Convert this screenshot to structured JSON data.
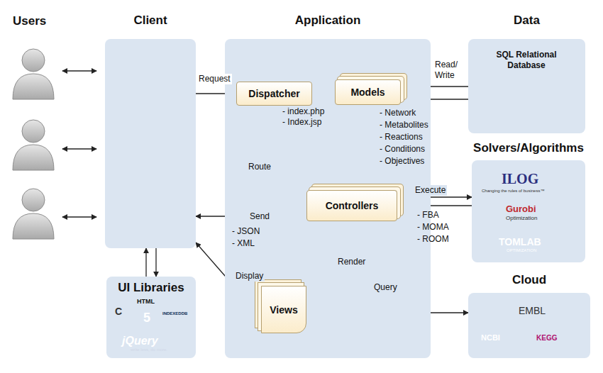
{
  "diagram": {
    "nodes": [
      {
        "text": [
          "Client"
        ]
      },
      {
        "text": [
          "UI Libraries"
        ]
      },
      {
        "text": [
          "Application"
        ]
      },
      {
        "text": [
          "Dispatcher"
        ],
        "in": 2
      },
      {
        "text": [
          "Models"
        ],
        "in": 2
      },
      {
        "text": [
          "Controllers"
        ],
        "in": 2
      },
      {
        "text": [
          "Views"
        ],
        "in": 2
      },
      {
        "text": [
          "Data"
        ]
      },
      {
        "text": [
          "SQL Relational Database"
        ],
        "in": 7
      },
      {
        "text": [
          "Solvers/Algorithms"
        ]
      },
      {
        "text": [
          "Cloud"
        ]
      }
    ],
    "edges": [
      {
        "from": 0,
        "to": 3,
        "label": "Request",
        "arrow": "to"
      },
      {
        "from": 3,
        "to": 5,
        "label": "Route",
        "arrow": "both"
      },
      {
        "from": 4,
        "to": 8,
        "label": "Read/ Write",
        "arrow": "to"
      },
      {
        "from": 8,
        "to": 4,
        "arrow": "to"
      },
      {
        "from": 5,
        "to": 4,
        "arrow": "to"
      },
      {
        "from": 4,
        "to": 5,
        "arrow": "to"
      },
      {
        "from": 5,
        "to": 0,
        "label": "Send",
        "arrow": "to"
      },
      {
        "from": 5,
        "to": 9,
        "label": "Execute",
        "arrow": "to"
      },
      {
        "from": 9,
        "to": 5,
        "arrow": "to"
      },
      {
        "from": 5,
        "to": 6,
        "label": "Render",
        "arrow": "to"
      },
      {
        "from": 6,
        "to": 0,
        "label": "Display",
        "arrow": "to"
      },
      {
        "from": 5,
        "to": 10,
        "label": "Query",
        "arrow": "both"
      },
      {
        "from": 0,
        "to": 1,
        "arrow": "to"
      },
      {
        "from": 1,
        "to": 0,
        "arrow": "to"
      }
    ],
    "labels": [
      "Users",
      "- index.php",
      "- Index.jsp",
      "- Network",
      "- Metabolites",
      "- Reactions",
      "- Conditions",
      "- Objectives",
      "- FBA",
      "- MOMA",
      "- ROOM",
      "- JSON",
      "- XML",
      "C",
      "HTML",
      "5",
      "INDEXEDDB",
      "jQuery",
      "write less, do more.",
      "ILOG",
      "Changing the rules of business™",
      "Gurobi",
      "Optimization",
      "TOMLAB",
      "OPTIMIZATION",
      "NCBI",
      "EMBL",
      "KEGG"
    ]
  }
}
